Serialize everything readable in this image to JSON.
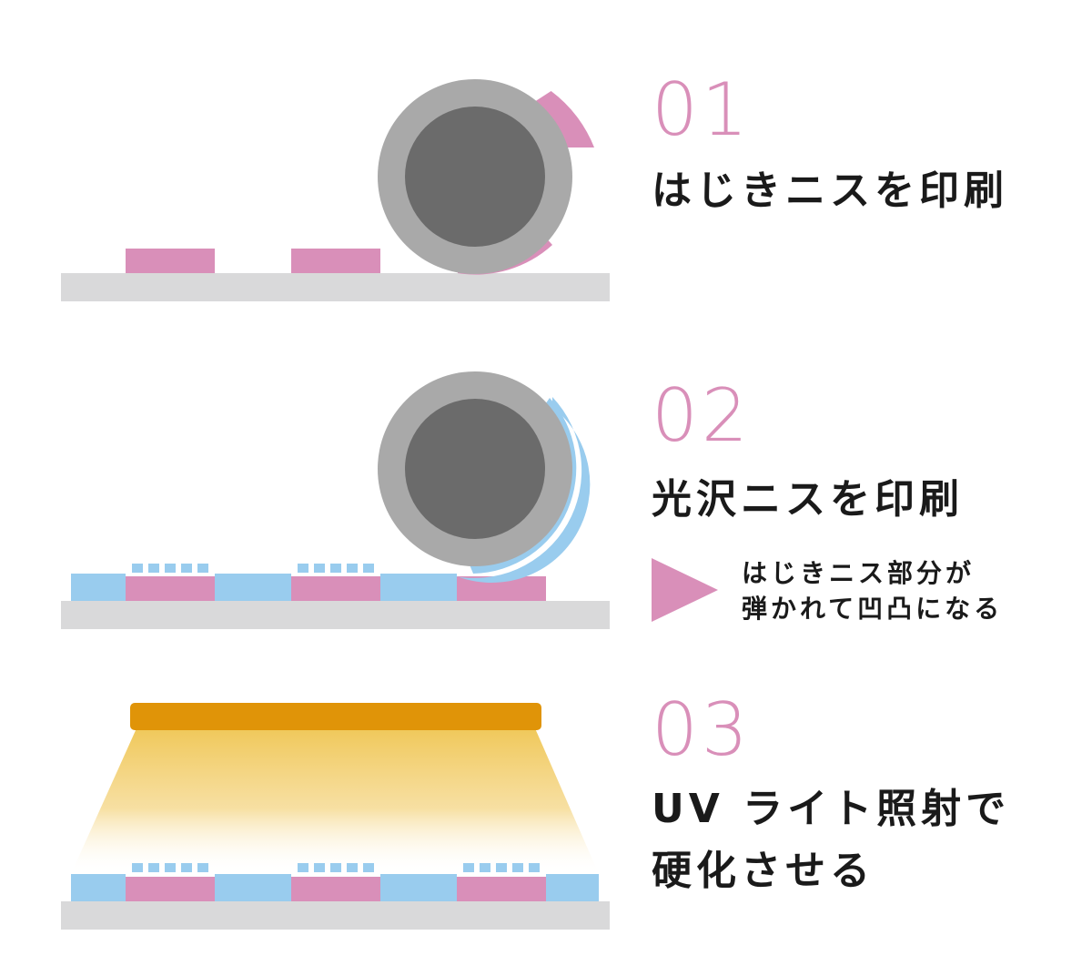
{
  "colors": {
    "pink": "#d98fb9",
    "blue": "#99ccee",
    "substrate": "#d9d9da",
    "roller_outer": "#a9a9a9",
    "roller_inner": "#6b6b6b",
    "uv_lamp": "#e09408",
    "uv_light": "#f0c85a",
    "text": "#1a1a1a"
  },
  "steps": [
    {
      "number": "01",
      "title": "はじきニスを印刷",
      "varnish": "pink",
      "icon": "roller-icon"
    },
    {
      "number": "02",
      "title": "光沢ニスを印刷",
      "varnish": "blue",
      "icon": "roller-icon",
      "note": {
        "icon": "triangle-arrow-icon",
        "line1": "はじきニス部分が",
        "line2": "弾かれて凹凸になる"
      }
    },
    {
      "number": "03",
      "title_line1": "UV ライト照射で",
      "title_line2": "硬化させる",
      "icon": "uv-lamp-icon"
    }
  ]
}
